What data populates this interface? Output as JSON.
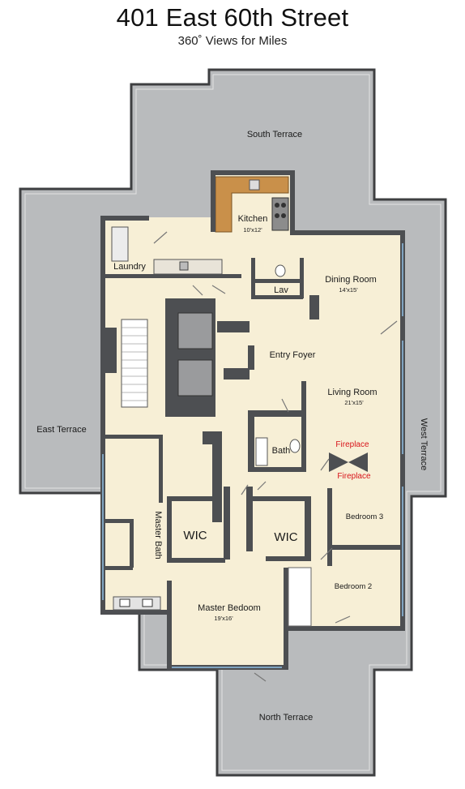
{
  "header": {
    "title": "401 East 60th Street",
    "subtitle": "360˚ Views for Miles"
  },
  "colors": {
    "terrace": "#b9bbbd",
    "floor": "#f7efd6",
    "wall": "#4d4f52",
    "counter": "#c9904a",
    "fireplace_text": "#d8141a"
  },
  "terraces": {
    "south": "South Terrace",
    "north": "North Terrace",
    "east": "East Terrace",
    "west": "West Terrace"
  },
  "rooms": {
    "kitchen": {
      "name": "Kitchen",
      "dims": "10'x12'"
    },
    "laundry": {
      "name": "Laundry"
    },
    "dining": {
      "name": "Dining Room",
      "dims": "14'x15'"
    },
    "lav": {
      "name": "Lav"
    },
    "entry": {
      "name": "Entry Foyer"
    },
    "living": {
      "name": "Living Room",
      "dims": "21'x15'"
    },
    "bath": {
      "name": "Bath"
    },
    "fireplace_top": {
      "name": "Fireplace"
    },
    "fireplace_bottom": {
      "name": "Fireplace"
    },
    "bedroom3": {
      "name": "Bedroom 3"
    },
    "bedroom2": {
      "name": "Bedroom 2"
    },
    "wic_left": {
      "name": "WIC"
    },
    "wic_right": {
      "name": "WIC"
    },
    "master_bath": {
      "name": "Master Bath"
    },
    "master_bedroom": {
      "name": "Master Bedoom",
      "dims": "19'x16'"
    }
  }
}
